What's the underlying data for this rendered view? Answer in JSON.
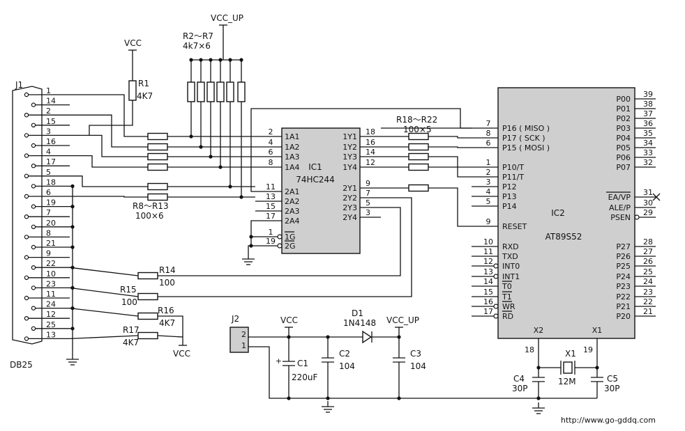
{
  "connector_j1": {
    "ref": "J1",
    "type": "DB25",
    "pins_left": [
      "1",
      "14",
      "2",
      "15",
      "3",
      "16",
      "4",
      "17",
      "5",
      "18",
      "6",
      "19",
      "7",
      "20",
      "8",
      "21",
      "9",
      "22",
      "10",
      "23",
      "11",
      "24",
      "12",
      "25",
      "13"
    ]
  },
  "ic1": {
    "ref": "IC1",
    "part": "74HC244",
    "left_pins": [
      {
        "num": "2",
        "name": "1A1"
      },
      {
        "num": "4",
        "name": "1A2"
      },
      {
        "num": "6",
        "name": "1A3"
      },
      {
        "num": "8",
        "name": "1A4"
      },
      {
        "num": "11",
        "name": "2A1"
      },
      {
        "num": "13",
        "name": "2A2"
      },
      {
        "num": "15",
        "name": "2A3"
      },
      {
        "num": "17",
        "name": "2A4"
      },
      {
        "num": "1",
        "name": "1G"
      },
      {
        "num": "19",
        "name": "2G"
      }
    ],
    "right_pins": [
      {
        "num": "18",
        "name": "1Y1"
      },
      {
        "num": "16",
        "name": "1Y2"
      },
      {
        "num": "14",
        "name": "1Y3"
      },
      {
        "num": "12",
        "name": "1Y4"
      },
      {
        "num": "9",
        "name": "2Y1"
      },
      {
        "num": "7",
        "name": "2Y2"
      },
      {
        "num": "5",
        "name": "2Y3"
      },
      {
        "num": "3",
        "name": "2Y4"
      }
    ]
  },
  "ic2": {
    "ref": "IC2",
    "part": "AT89S52",
    "left_pins": [
      {
        "num": "7",
        "name": "P16 ( MISO )"
      },
      {
        "num": "8",
        "name": "P17 ( SCK )"
      },
      {
        "num": "6",
        "name": "P15 ( MOSI )"
      },
      {
        "num": "1",
        "name": "P10/T"
      },
      {
        "num": "2",
        "name": "P11/T"
      },
      {
        "num": "3",
        "name": "P12"
      },
      {
        "num": "4",
        "name": "P13"
      },
      {
        "num": "5",
        "name": "P14"
      },
      {
        "num": "9",
        "name": "RESET"
      },
      {
        "num": "10",
        "name": "RXD"
      },
      {
        "num": "11",
        "name": "TXD"
      },
      {
        "num": "12",
        "name": "INT0"
      },
      {
        "num": "13",
        "name": "INT1"
      },
      {
        "num": "14",
        "name": "T0"
      },
      {
        "num": "15",
        "name": "T1"
      },
      {
        "num": "16",
        "name": "WR"
      },
      {
        "num": "17",
        "name": "RD"
      }
    ],
    "right_pins": [
      {
        "num": "39",
        "name": "P00"
      },
      {
        "num": "38",
        "name": "P01"
      },
      {
        "num": "37",
        "name": "P02"
      },
      {
        "num": "36",
        "name": "P03"
      },
      {
        "num": "35",
        "name": "P04"
      },
      {
        "num": "34",
        "name": "P05"
      },
      {
        "num": "33",
        "name": "P06"
      },
      {
        "num": "32",
        "name": "P07"
      },
      {
        "num": "31",
        "name": "EA/VP"
      },
      {
        "num": "30",
        "name": "ALE/P"
      },
      {
        "num": "29",
        "name": "PSEN"
      },
      {
        "num": "28",
        "name": "P27"
      },
      {
        "num": "27",
        "name": "P26"
      },
      {
        "num": "26",
        "name": "P25"
      },
      {
        "num": "25",
        "name": "P24"
      },
      {
        "num": "24",
        "name": "P23"
      },
      {
        "num": "23",
        "name": "P22"
      },
      {
        "num": "22",
        "name": "P21"
      },
      {
        "num": "21",
        "name": "P20"
      }
    ],
    "bottom_pins": [
      {
        "num": "18",
        "name": "X2"
      },
      {
        "num": "19",
        "name": "X1"
      }
    ]
  },
  "labels": {
    "vcc": "VCC",
    "vcc_up": "VCC_UP",
    "r1_ref": "R1",
    "r1_val": "4K7",
    "r2_r7_ref": "R2～R7",
    "r2_r7_val": "4k7×6",
    "r8_r13_ref": "R8～R13",
    "r8_r13_val": "100×6",
    "r18_r22_ref": "R18～R22",
    "r18_r22_val": "100×5",
    "r14_ref": "R14",
    "r14_val": "100",
    "r15_ref": "R15",
    "r15_val": "100",
    "r16_ref": "R16",
    "r16_val": "4K7",
    "r17_ref": "R17",
    "r17_val": "4K7",
    "j2_ref": "J2",
    "j2_pin2": "2",
    "j2_pin1": "1",
    "c1_ref": "C1",
    "c1_val": "220uF",
    "c1_plus": "+",
    "c2_ref": "C2",
    "c2_val": "104",
    "c3_ref": "C3",
    "c3_val": "104",
    "c4_ref": "C4",
    "c4_val": "30P",
    "c5_ref": "C5",
    "c5_val": "30P",
    "d1_ref": "D1",
    "d1_val": "1N4148",
    "x1_ref": "X1",
    "x1_val": "12M",
    "db25": "DB25",
    "url": "http://www.go-gddq.com"
  }
}
